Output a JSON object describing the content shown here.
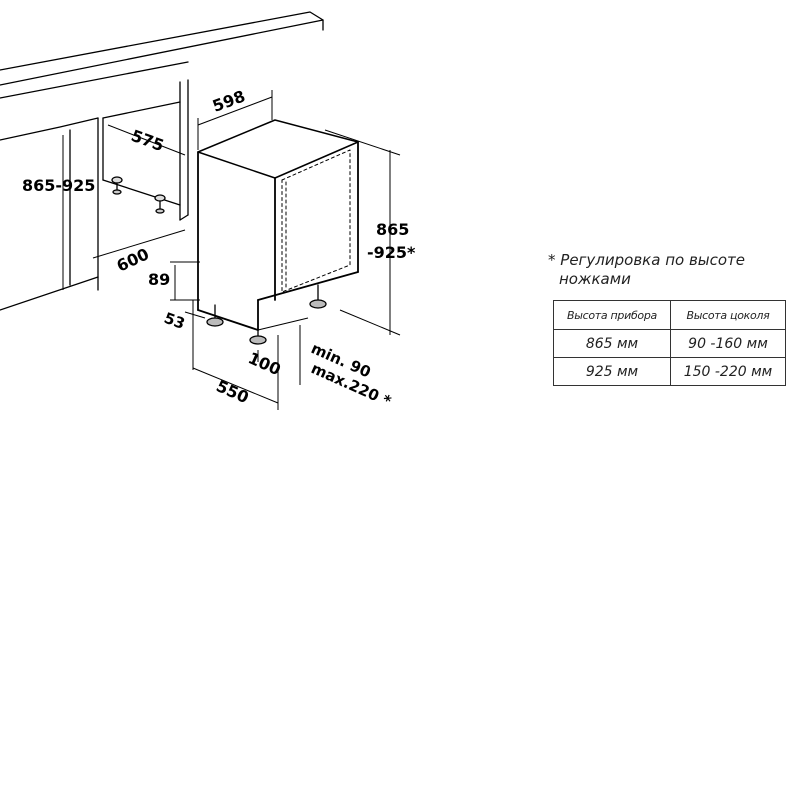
{
  "dimensions": {
    "d598": "598",
    "d575": "575",
    "d865_925": "865-925",
    "d600": "600",
    "d865": "865",
    "d925": "-925*",
    "d89": "89",
    "d53": "53",
    "d100": "100",
    "d550": "550",
    "min": "min. 90",
    "max": "max.220 *"
  },
  "note": {
    "line1": "* Регулировка по высоте",
    "line2": "ножками"
  },
  "table": {
    "headers": [
      "Высота прибора",
      "Высота цоколя"
    ],
    "rows": [
      [
        "865 мм",
        "90 -160 мм"
      ],
      [
        "925 мм",
        "150 -220 мм"
      ]
    ]
  }
}
